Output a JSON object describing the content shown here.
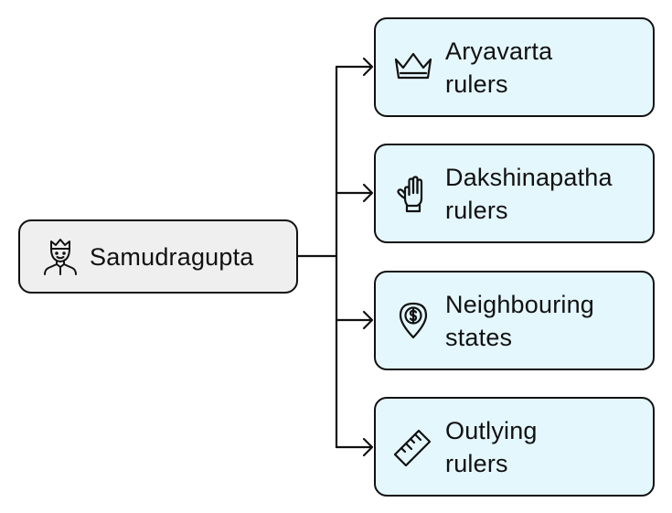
{
  "diagram": {
    "root": {
      "label": "Samudragupta",
      "icon": "king-icon"
    },
    "children": [
      {
        "label": "Aryavarta\nrulers",
        "icon": "crown-icon"
      },
      {
        "label": "Dakshinapatha\nrulers",
        "icon": "raised-hand-icon"
      },
      {
        "label": "Neighbouring\nstates",
        "icon": "location-dollar-icon"
      },
      {
        "label": "Outlying\nrulers",
        "icon": "ruler-icon"
      }
    ],
    "colors": {
      "root_fill": "#efefef",
      "child_fill": "#e4f7fd",
      "stroke": "#111111"
    }
  }
}
